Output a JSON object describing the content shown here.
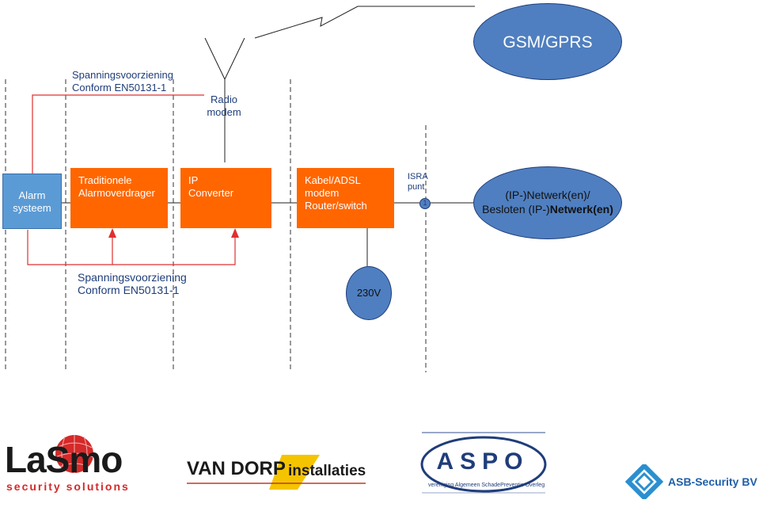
{
  "labels": {
    "power_top_line1": "Spanningsvoorziening",
    "power_top_line2": "Conform EN50131-1",
    "radio_line1": "Radio",
    "radio_line2": "modem",
    "gsm": "GSM/GPRS",
    "alarm_line1": "Alarm",
    "alarm_line2": "systeem",
    "trad_line1": "Traditionele",
    "trad_line2": "Alarmoverdrager",
    "ip_line1": "IP",
    "ip_line2": "Converter",
    "kabel_line1": "Kabel/ADSL",
    "kabel_line2": "modem",
    "kabel_line3": "Router/switch",
    "isra_line1": "ISRA",
    "isra_line2": "punt",
    "isra_number": "1",
    "network_line1": "(IP-)Netwerk(en)/",
    "network_line2_prefix": "Besloten (IP-)",
    "network_line2_bold": "Netwerk(en)",
    "power_bottom_line1": "Spanningsvoorziening",
    "power_bottom_line2": "Conform EN50131-1",
    "v230": "230V"
  },
  "logos": {
    "lasmo_main": "LaSmo",
    "lasmo_sub": "security solutions",
    "vandorp_main": "VAN DORP",
    "vandorp_sub": "installaties",
    "aspo_main": "ASPO",
    "aspo_sub": "vereniging Algemeen SchadePreventie Overleg",
    "asb": "ASB-Security BV"
  },
  "colors": {
    "orange": "#ff6600",
    "blue_shape": "#4f7fc0",
    "red_line": "#e03030",
    "text_blue": "#1f3d7a"
  }
}
